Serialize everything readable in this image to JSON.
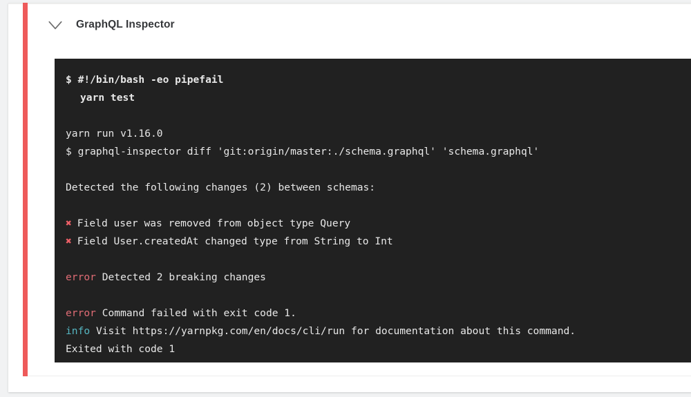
{
  "job": {
    "title": "GraphQL Inspector",
    "collapse_icon": "chevron-down-icon",
    "status_color": "#ee5a5a"
  },
  "console": {
    "background": "#212121",
    "text_color": "#e8e8e8",
    "error_color": "#e06c75",
    "info_color": "#56b6c2",
    "marker_color": "#ec5f67",
    "marker_glyph": "✖",
    "lines": [
      {
        "id": "cmd-shebang",
        "kind": "command",
        "bold": true,
        "text": "$ #!/bin/bash -eo pipefail"
      },
      {
        "id": "cmd-yarn-test",
        "kind": "command",
        "bold": true,
        "indent": true,
        "text": "yarn test"
      },
      {
        "id": "blank-1",
        "kind": "blank",
        "text": ""
      },
      {
        "id": "out-yarn-version",
        "kind": "output",
        "text": "yarn run v1.16.0"
      },
      {
        "id": "out-inspector-diff",
        "kind": "output",
        "text": "$ graphql-inspector diff 'git:origin/master:./schema.graphql' 'schema.graphql'"
      },
      {
        "id": "blank-2",
        "kind": "blank",
        "text": ""
      },
      {
        "id": "out-detected-changes",
        "kind": "output",
        "text": "Detected the following changes (2) between schemas:"
      },
      {
        "id": "blank-3",
        "kind": "blank",
        "text": ""
      },
      {
        "id": "change-1",
        "kind": "marker",
        "marker": "✖",
        "text": "Field user was removed from object type Query"
      },
      {
        "id": "change-2",
        "kind": "marker",
        "marker": "✖",
        "text": "Field User.createdAt changed type from String to Int"
      },
      {
        "id": "blank-4",
        "kind": "blank",
        "text": ""
      },
      {
        "id": "err-breaking",
        "kind": "tagged",
        "tag": "error",
        "tag_kind": "error",
        "text": "Detected 2 breaking changes"
      },
      {
        "id": "blank-5",
        "kind": "blank",
        "text": ""
      },
      {
        "id": "err-exit",
        "kind": "tagged",
        "tag": "error",
        "tag_kind": "error",
        "text": "Command failed with exit code 1."
      },
      {
        "id": "info-docs",
        "kind": "tagged",
        "tag": "info",
        "tag_kind": "info",
        "text": "Visit https://yarnpkg.com/en/docs/cli/run for documentation about this command."
      },
      {
        "id": "out-exited",
        "kind": "output",
        "text": "Exited with code 1"
      }
    ]
  }
}
